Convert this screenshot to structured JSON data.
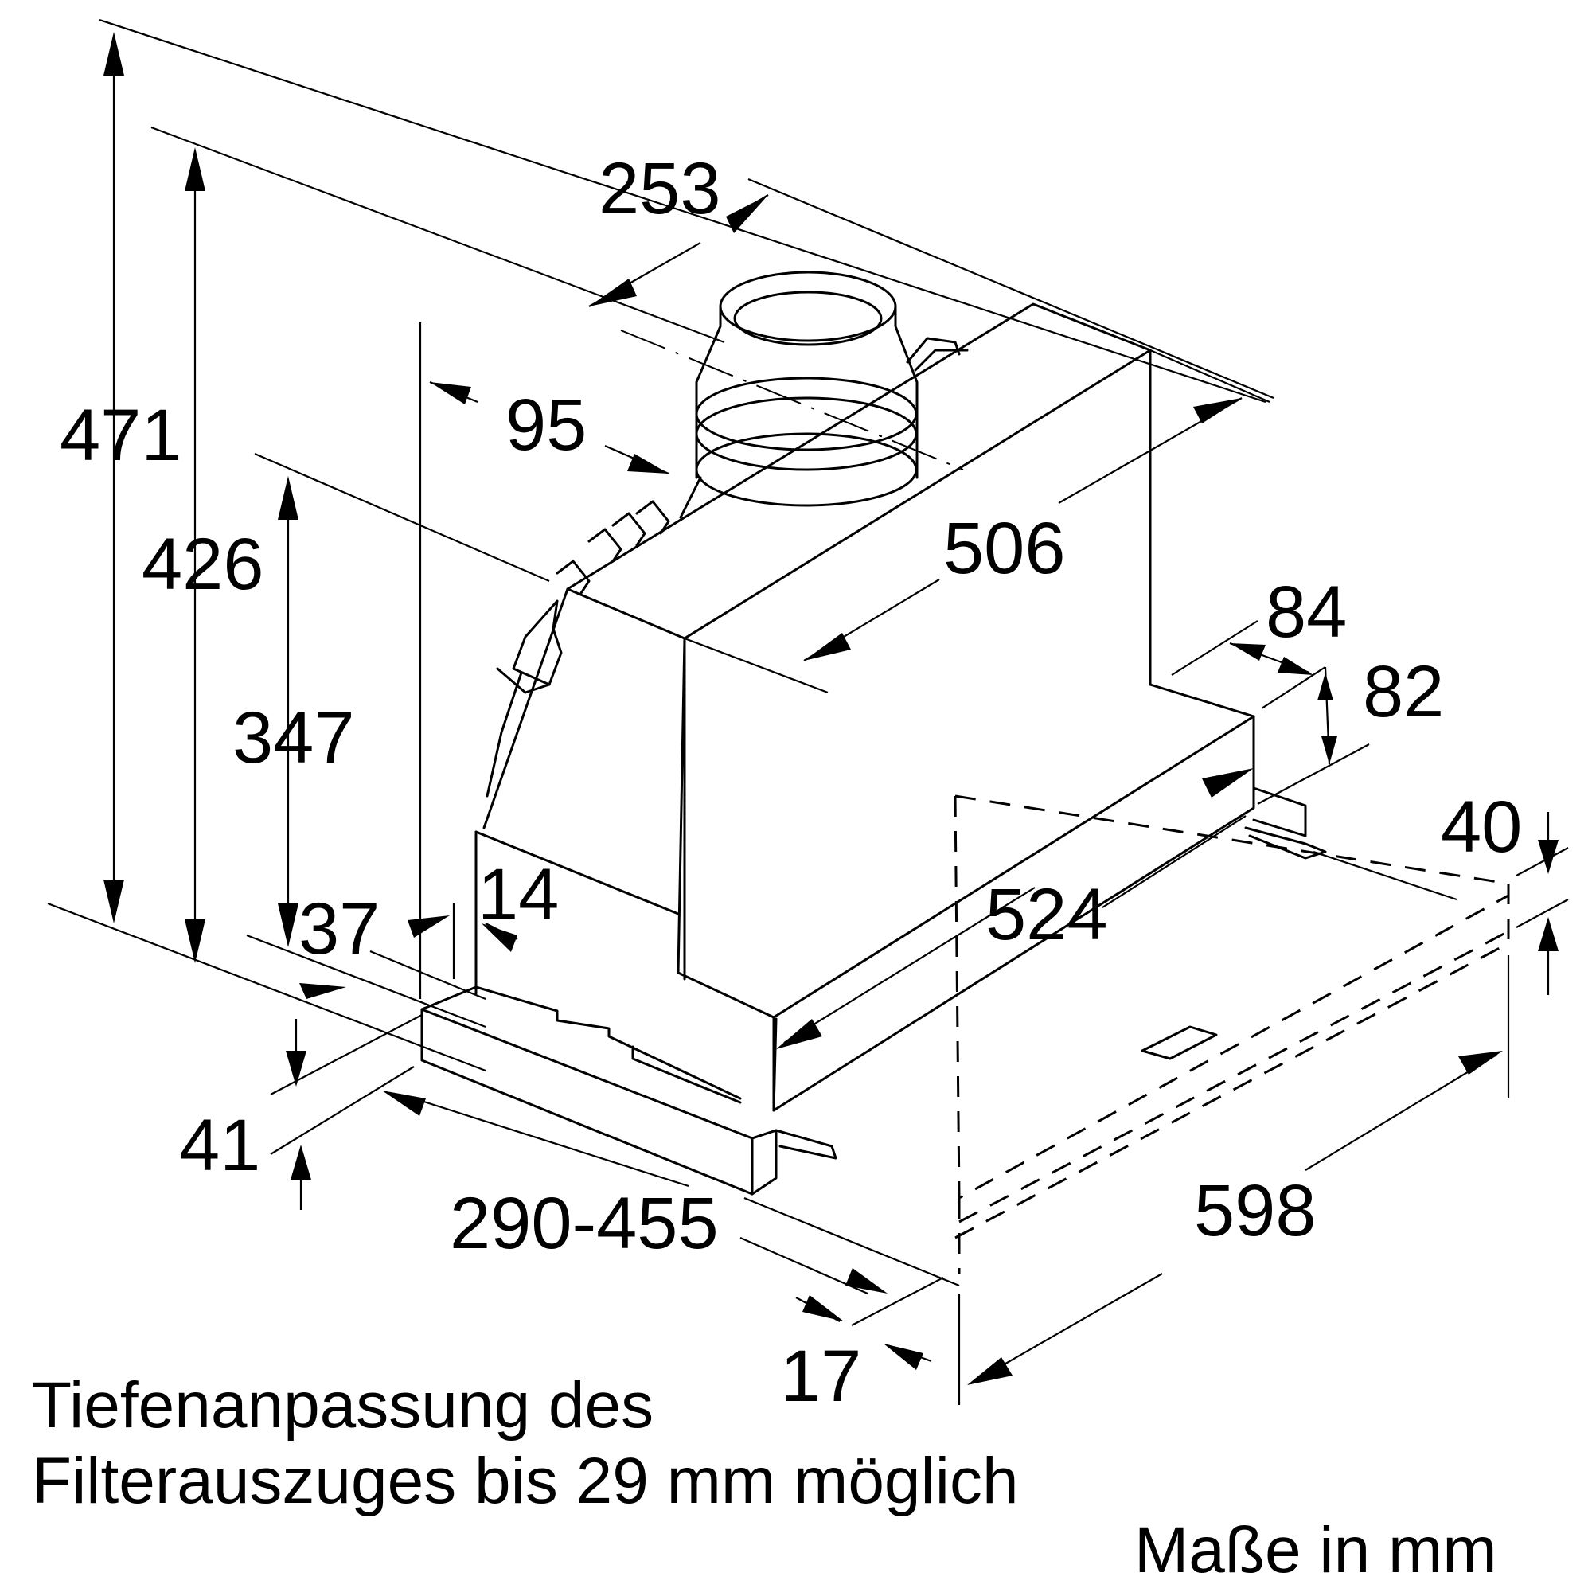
{
  "diagram": {
    "dimensions": {
      "d471": "471",
      "d426": "426",
      "d347": "347",
      "d253": "253",
      "d95": "95",
      "d506": "506",
      "d84": "84",
      "d82": "82",
      "d40": "40",
      "d524": "524",
      "d37": "37",
      "d14": "14",
      "d41": "41",
      "d290_455": "290-455",
      "d17": "17",
      "d598": "598"
    },
    "notes": {
      "line1": "Tiefenanpassung des",
      "line2": "Filterauszuges bis 29 mm möglich",
      "units": "Maße in mm"
    }
  }
}
